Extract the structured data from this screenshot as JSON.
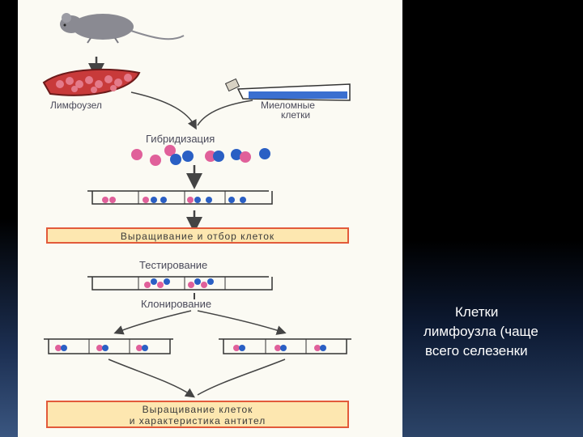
{
  "diagram": {
    "labels": {
      "lymph_node": "Лимфоузел",
      "myeloma_line1": "Миеломные",
      "myeloma_line2": "клетки",
      "hybridization": "Гибридизация",
      "growth_selection": "Выращивание и отбор клеток",
      "testing": "Тестирование",
      "cloning": "Клонирование",
      "final_line1": "Выращивание клеток",
      "final_line2": "и характеристика антител"
    },
    "colors": {
      "pink_cell": "#e0609a",
      "blue_cell": "#2a5fc4",
      "band": "#fde7b0",
      "band_border": "#e25a3a"
    }
  },
  "caption": {
    "line1": "Клетки",
    "line2": "лимфоузла (чаще",
    "line3": "всего селезенки"
  }
}
